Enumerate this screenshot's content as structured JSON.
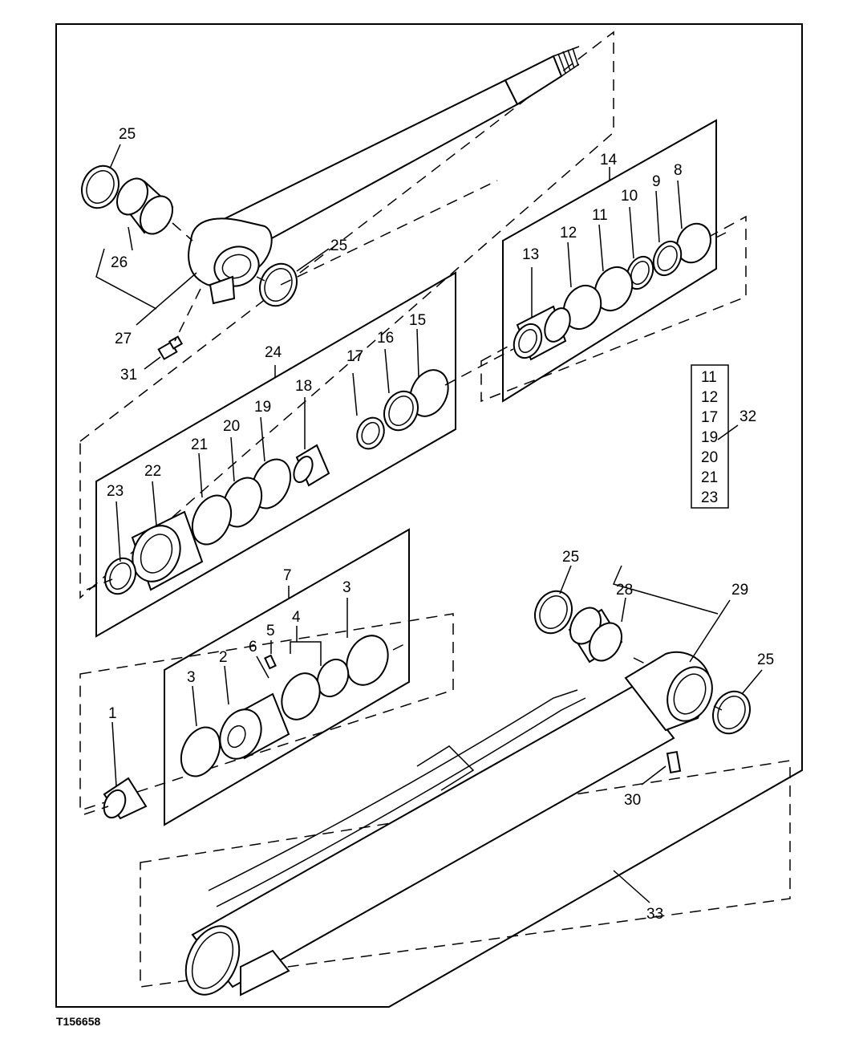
{
  "figure": {
    "reference_code": "T156658",
    "callouts": {
      "c1": "1",
      "c2": "2",
      "c3a": "3",
      "c3b": "3",
      "c4": "4",
      "c5": "5",
      "c6": "6",
      "c7": "7",
      "c8": "8",
      "c9": "9",
      "c10": "10",
      "c11": "11",
      "c12": "12",
      "c13": "13",
      "c14": "14",
      "c15": "15",
      "c16": "16",
      "c17": "17",
      "c18": "18",
      "c19": "19",
      "c20": "20",
      "c21": "21",
      "c22": "22",
      "c23": "23",
      "c24": "24",
      "c25a": "25",
      "c25b": "25",
      "c25c": "25",
      "c25d": "25",
      "c26": "26",
      "c27": "27",
      "c28": "28",
      "c29": "29",
      "c30": "30",
      "c31": "31",
      "c32": "32",
      "c33": "33"
    },
    "kit_box": {
      "items": [
        "11",
        "12",
        "17",
        "19",
        "20",
        "21",
        "23"
      ]
    }
  }
}
